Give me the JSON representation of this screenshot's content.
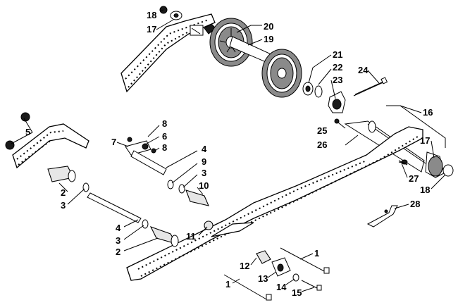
{
  "callouts": {
    "c1a": "1",
    "c1b": "1",
    "c2a": "2",
    "c2b": "2",
    "c3a": "3",
    "c3b": "3",
    "c3c": "3",
    "c4a": "4",
    "c4b": "4",
    "c5": "5",
    "c6": "6",
    "c7": "7",
    "c8a": "8",
    "c8b": "8",
    "c9": "9",
    "c10": "10",
    "c11": "11",
    "c12": "12",
    "c13": "13",
    "c14": "14",
    "c15": "15",
    "c16": "16",
    "c17a": "17",
    "c17b": "17",
    "c18a": "18",
    "c18b": "18",
    "c19": "19",
    "c20": "20",
    "c21": "21",
    "c22": "22",
    "c23": "23",
    "c24": "24",
    "c25": "25",
    "c26": "26",
    "c27": "27",
    "c28": "28"
  },
  "colors": {
    "line": "#000000",
    "background": "#ffffff",
    "part_fill": "#e6e6e6",
    "dark_part": "#1a1a1a",
    "grey_part": "#8a8a8a"
  }
}
